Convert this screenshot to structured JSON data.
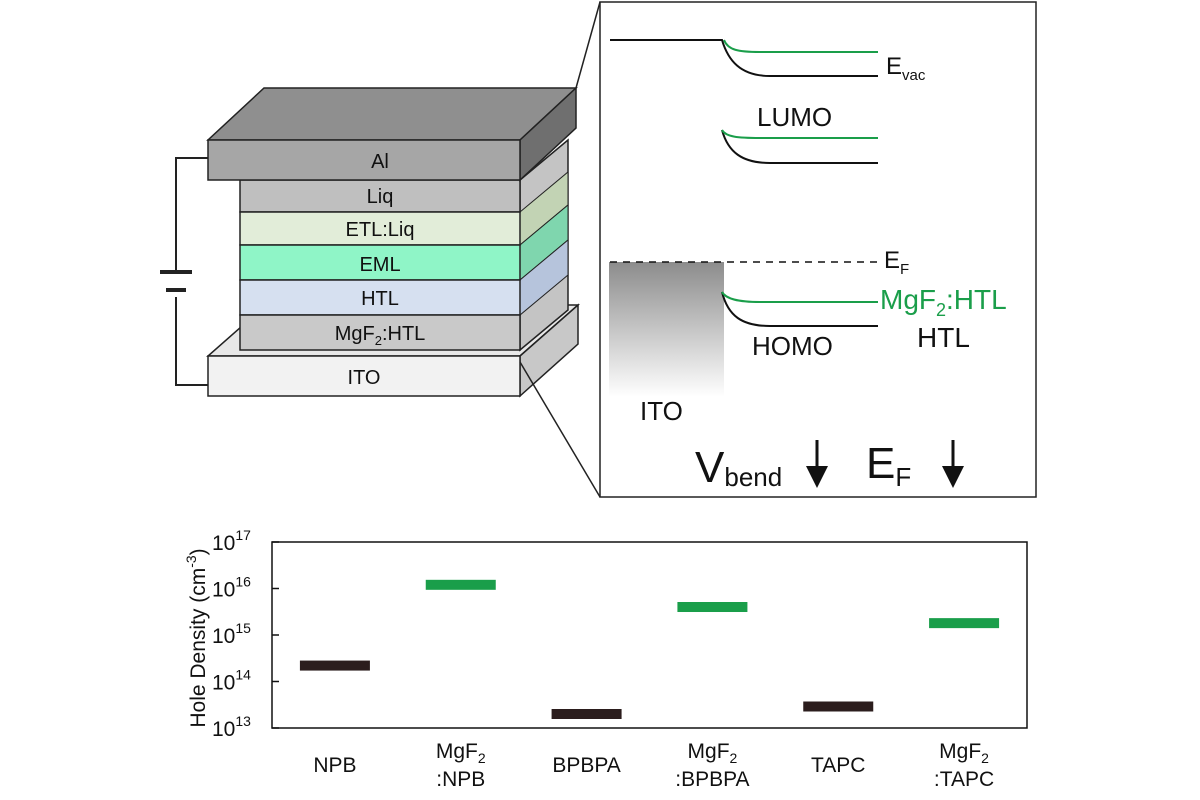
{
  "stack": {
    "layers": [
      {
        "label": "Al",
        "color": "#a6a6a6"
      },
      {
        "label": "Liq",
        "color": "#bfbfbf"
      },
      {
        "label": "ETL:Liq",
        "color": "#e2edd9"
      },
      {
        "label": "EML",
        "color": "#8ff5c7"
      },
      {
        "label": "HTL",
        "color": "#d6e0f0"
      },
      {
        "label": "MgF",
        "sub": "2",
        "rest": ":HTL",
        "color": "#c9c9c9"
      },
      {
        "label": "ITO",
        "color": "#f2f2f2"
      }
    ]
  },
  "band": {
    "evac": "E",
    "evac_sub": "vac",
    "lumo": "LUMO",
    "ef": "E",
    "ef_sub": "F",
    "mgf_label": "MgF",
    "mgf_sub": "2",
    "mgf_rest": ":HTL",
    "homo": "HOMO",
    "htl": "HTL",
    "ito": "ITO",
    "vbend": "V",
    "vbend_sub": "bend",
    "ef2": "E",
    "ef2_sub": "F",
    "green": "#1a9e4a",
    "black": "#111111"
  },
  "chart_data": {
    "type": "bar",
    "yscale": "log",
    "ylim": [
      10000000000000.0,
      1e+17
    ],
    "ylabel": "Hole Density (cm",
    "ylabel_sup": "-3",
    "ylabel_end": ")",
    "yticks": [
      {
        "base": "10",
        "exp": "13",
        "value": 10000000000000.0
      },
      {
        "base": "10",
        "exp": "14",
        "value": 100000000000000.0
      },
      {
        "base": "10",
        "exp": "15",
        "value": 1000000000000000.0
      },
      {
        "base": "10",
        "exp": "16",
        "value": 1e+16
      },
      {
        "base": "10",
        "exp": "17",
        "value": 1e+17
      }
    ],
    "categories": [
      {
        "line1": "NPB",
        "line2": ""
      },
      {
        "line1": "MgF",
        "sub": "2",
        "line2": ":NPB"
      },
      {
        "line1": "BPBPA",
        "line2": ""
      },
      {
        "line1": "MgF",
        "sub": "2",
        "line2": ":BPBPA"
      },
      {
        "line1": "TAPC",
        "line2": ""
      },
      {
        "line1": "MgF",
        "sub": "2",
        "line2": ":TAPC"
      }
    ],
    "values": [
      220000000000000.0,
      1.2e+16,
      20000000000000.0,
      4000000000000000.0,
      29000000000000.0,
      1800000000000000.0
    ],
    "colors": [
      "#2b1d1d",
      "#1a9e4a",
      "#2b1d1d",
      "#1a9e4a",
      "#2b1d1d",
      "#1a9e4a"
    ]
  }
}
